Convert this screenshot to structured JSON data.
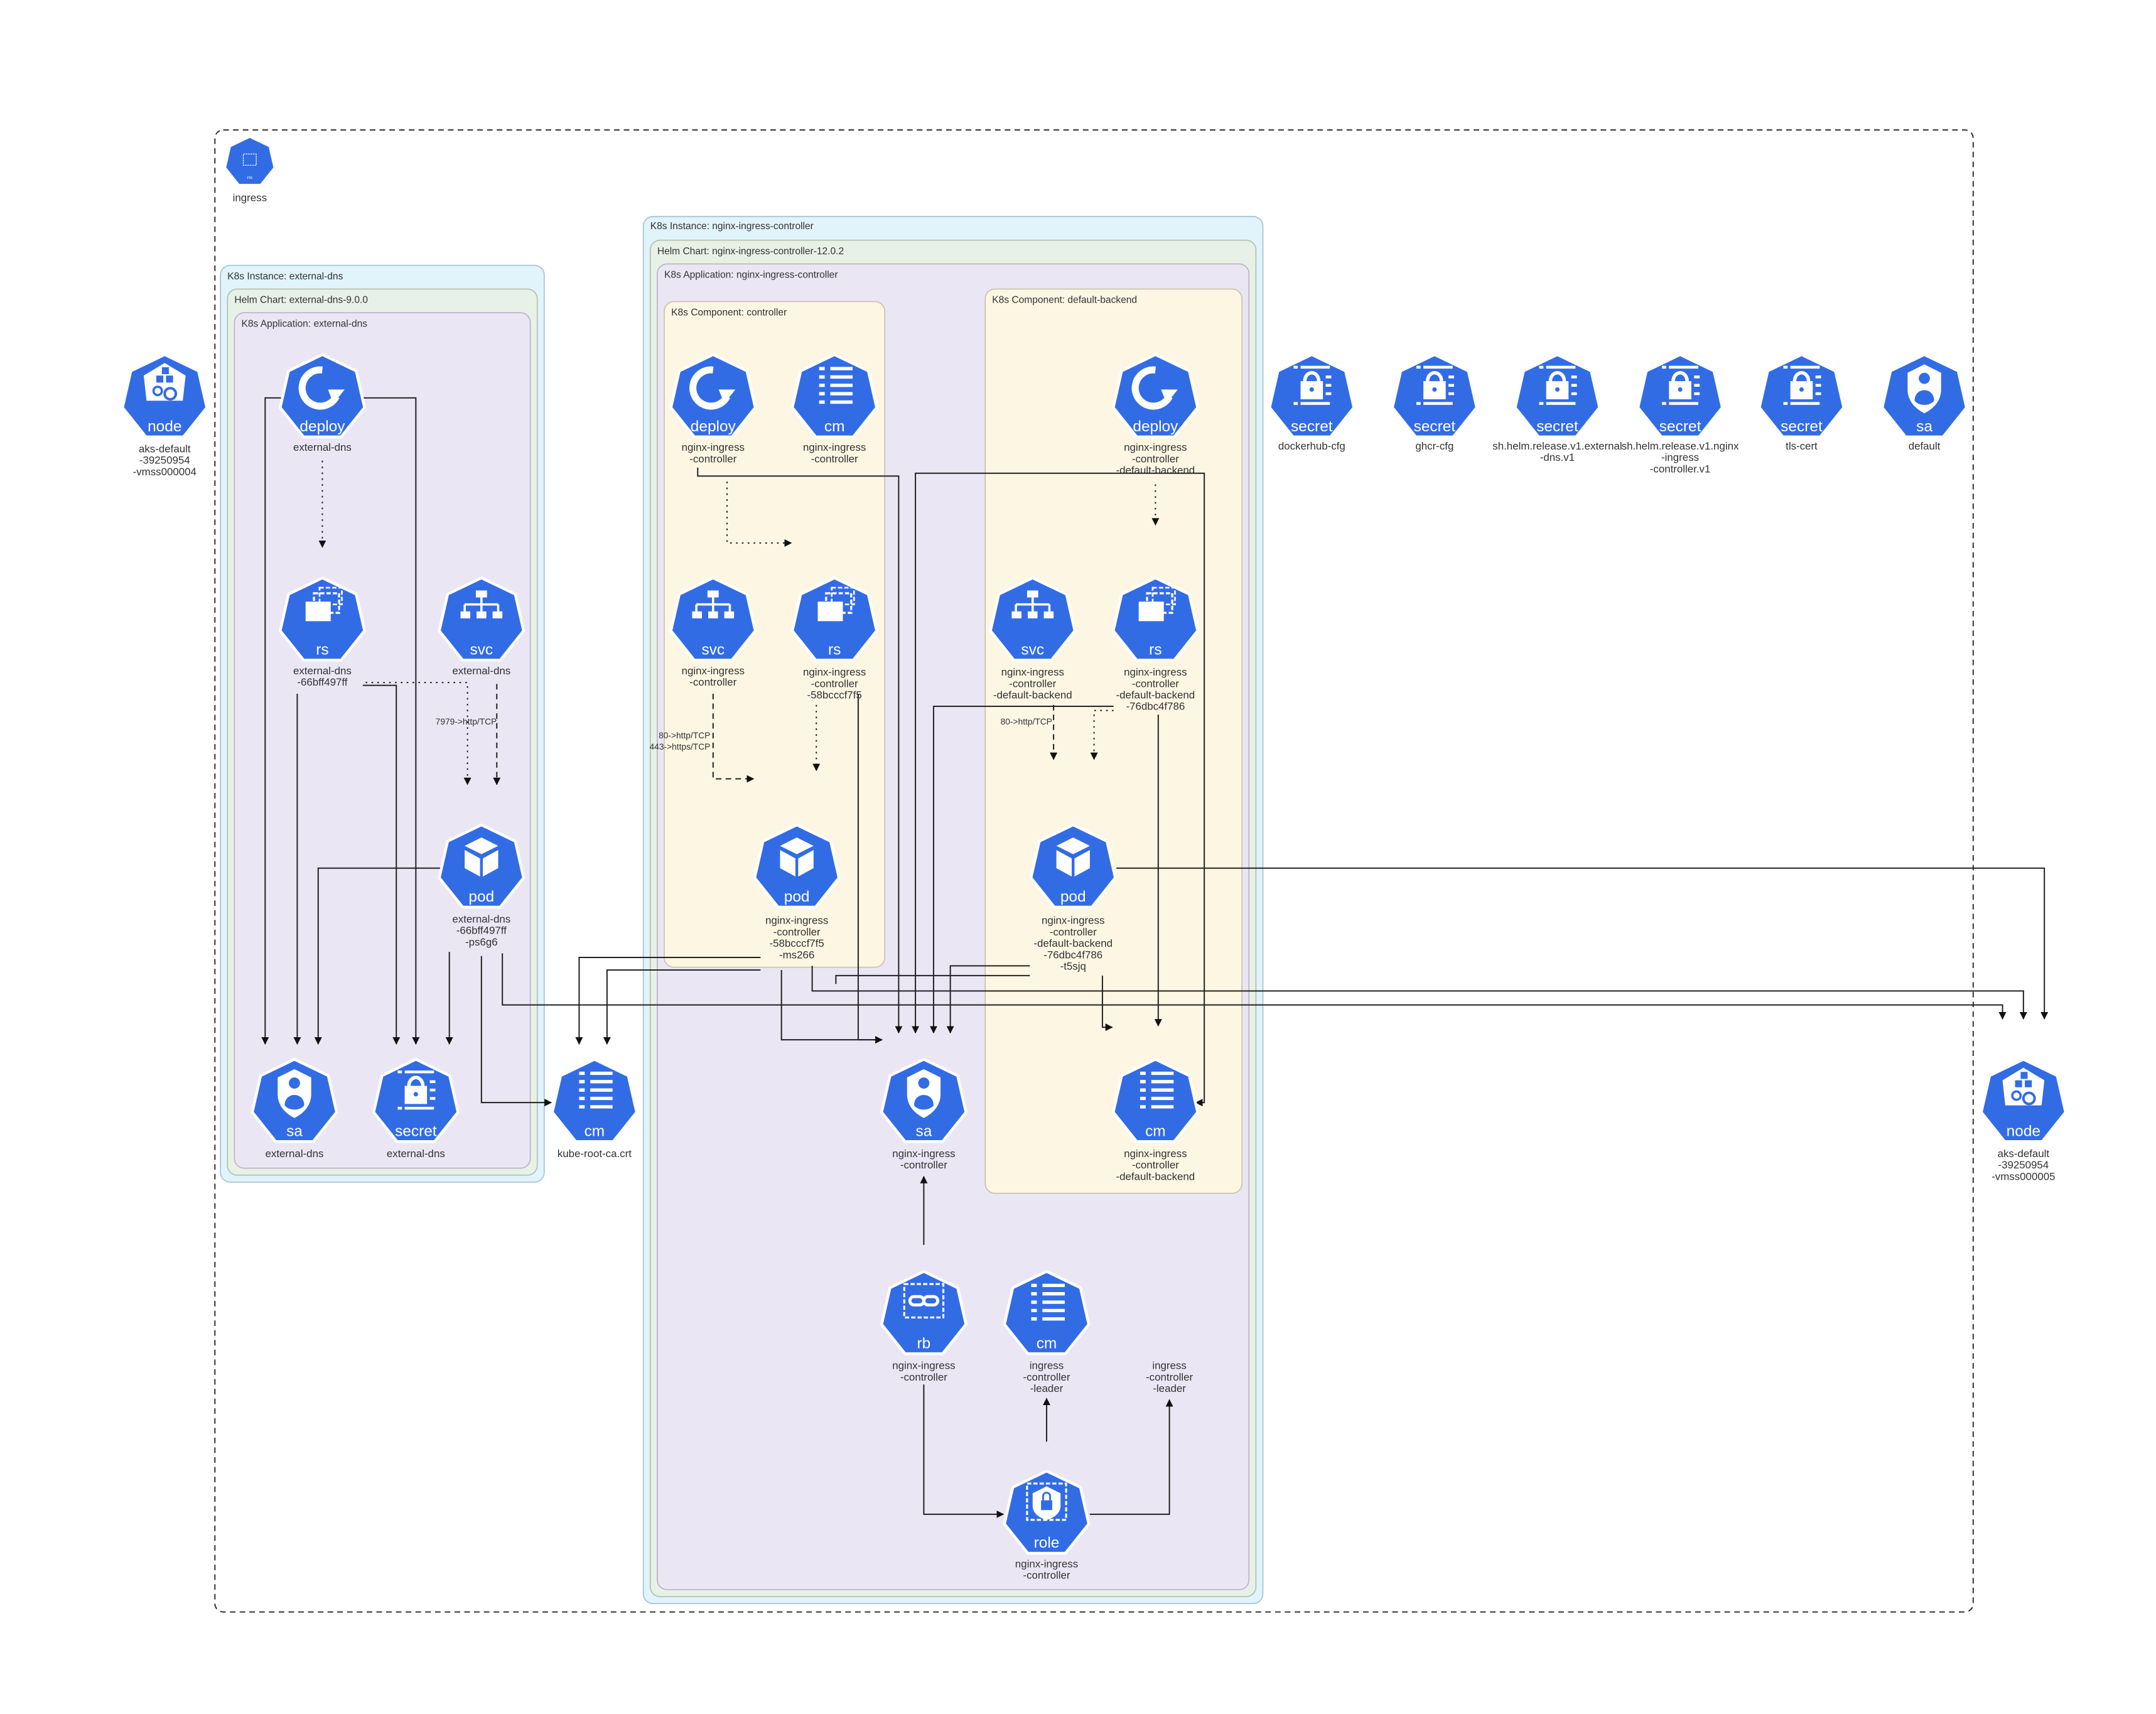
{
  "colors": {
    "icon": "#326ce5",
    "instance": "#e1f3fb",
    "helm": "#e8f1e6",
    "application": "#ebe6f4",
    "component": "#fdf6e3"
  },
  "namespace": {
    "kind": "ns",
    "label": [
      "ingress"
    ]
  },
  "containers": {
    "ext_instance": "K8s Instance: external-dns",
    "ext_helm": "Helm Chart: external-dns-9.0.0",
    "ext_app": "K8s Application: external-dns",
    "ngx_instance": "K8s Instance: nginx-ingress-controller",
    "ngx_helm": "Helm Chart: nginx-ingress-controller-12.0.2",
    "ngx_app": "K8s Application: nginx-ingress-controller",
    "ngx_comp_controller": "K8s Component: controller",
    "ngx_comp_backend": "K8s Component: default-backend"
  },
  "nodes": [
    {
      "id": "node4",
      "kind": "node",
      "label": [
        "aks-default",
        "-39250954",
        "-vmss000004"
      ]
    },
    {
      "id": "ext_deploy",
      "kind": "deploy",
      "label": [
        "external-dns"
      ]
    },
    {
      "id": "ext_rs",
      "kind": "rs",
      "label": [
        "external-dns",
        "-66bff497ff"
      ]
    },
    {
      "id": "ext_svc",
      "kind": "svc",
      "label": [
        "external-dns"
      ]
    },
    {
      "id": "ext_pod",
      "kind": "pod",
      "label": [
        "external-dns",
        "-66bff497ff",
        "-ps6g6"
      ]
    },
    {
      "id": "ext_sa",
      "kind": "sa",
      "label": [
        "external-dns"
      ]
    },
    {
      "id": "ext_secret",
      "kind": "secret",
      "label": [
        "external-dns"
      ]
    },
    {
      "id": "root_cm",
      "kind": "cm",
      "label": [
        "kube-root-ca.crt"
      ]
    },
    {
      "id": "c_deploy",
      "kind": "deploy",
      "label": [
        "nginx-ingress",
        "-controller"
      ]
    },
    {
      "id": "c_cm",
      "kind": "cm",
      "label": [
        "nginx-ingress",
        "-controller"
      ]
    },
    {
      "id": "c_svc",
      "kind": "svc",
      "label": [
        "nginx-ingress",
        "-controller"
      ]
    },
    {
      "id": "c_rs",
      "kind": "rs",
      "label": [
        "nginx-ingress",
        "-controller",
        "-58bcccf7f5"
      ]
    },
    {
      "id": "c_pod",
      "kind": "pod",
      "label": [
        "nginx-ingress",
        "-controller",
        "-58bcccf7f5",
        "-ms266"
      ]
    },
    {
      "id": "b_deploy",
      "kind": "deploy",
      "label": [
        "nginx-ingress",
        "-controller",
        "-default-backend"
      ]
    },
    {
      "id": "b_svc",
      "kind": "svc",
      "label": [
        "nginx-ingress",
        "-controller",
        "-default-backend"
      ]
    },
    {
      "id": "b_rs",
      "kind": "rs",
      "label": [
        "nginx-ingress",
        "-controller",
        "-default-backend",
        "-76dbc4f786"
      ]
    },
    {
      "id": "b_pod",
      "kind": "pod",
      "label": [
        "nginx-ingress",
        "-controller",
        "-default-backend",
        "-76dbc4f786",
        "-t5sjq"
      ]
    },
    {
      "id": "b_cm",
      "kind": "cm",
      "label": [
        "nginx-ingress",
        "-controller",
        "-default-backend"
      ]
    },
    {
      "id": "n_sa",
      "kind": "sa",
      "label": [
        "nginx-ingress",
        "-controller"
      ]
    },
    {
      "id": "n_rb",
      "kind": "rb",
      "label": [
        "nginx-ingress",
        "-controller"
      ]
    },
    {
      "id": "leader_cm",
      "kind": "cm",
      "label": [
        "ingress",
        "-controller",
        "-leader"
      ]
    },
    {
      "id": "leader_txt",
      "kind": "",
      "label": [
        "ingress",
        "-controller",
        "-leader"
      ]
    },
    {
      "id": "n_role",
      "kind": "role",
      "label": [
        "nginx-ingress",
        "-controller"
      ]
    },
    {
      "id": "s_dockerhub",
      "kind": "secret",
      "label": [
        "dockerhub-cfg"
      ]
    },
    {
      "id": "s_ghcr",
      "kind": "secret",
      "label": [
        "ghcr-cfg"
      ]
    },
    {
      "id": "s_helm_ext",
      "kind": "secret",
      "label": [
        "sh.helm.release.v1.external",
        "-dns.v1"
      ]
    },
    {
      "id": "s_helm_ngx",
      "kind": "secret",
      "label": [
        "sh.helm.release.v1.nginx",
        "-ingress",
        "-controller.v1"
      ]
    },
    {
      "id": "s_tls",
      "kind": "secret",
      "label": [
        "tls-cert"
      ]
    },
    {
      "id": "sa_default",
      "kind": "sa",
      "label": [
        "default"
      ]
    },
    {
      "id": "node5",
      "kind": "node",
      "label": [
        "aks-default",
        "-39250954",
        "-vmss000005"
      ]
    }
  ],
  "edge_labels": {
    "ext_svc_port": "7979->http/TCP",
    "c_svc_port_1": "80->http/TCP",
    "c_svc_port_2": "443->https/TCP",
    "b_svc_port": "80->http/TCP"
  }
}
